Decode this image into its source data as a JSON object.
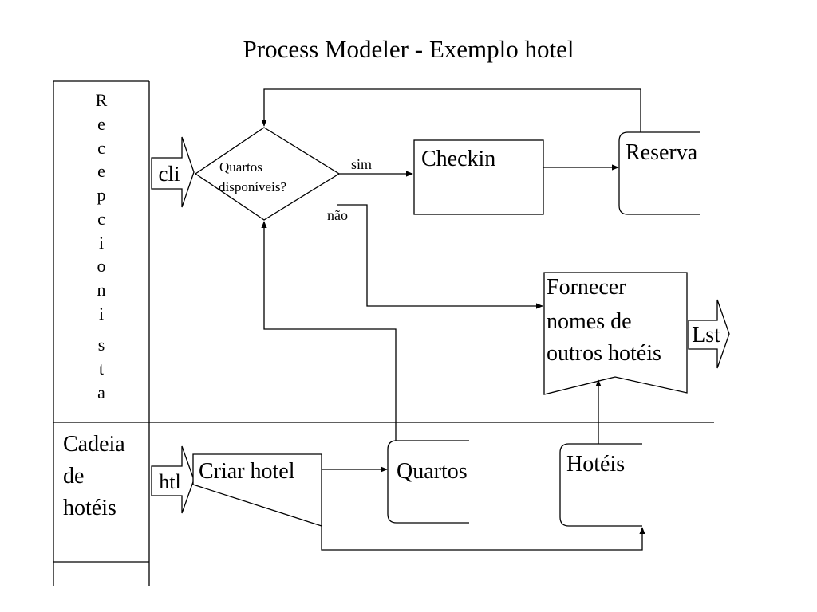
{
  "title": "Process Modeler - Exemplo hotel",
  "lanes": {
    "receptionist": {
      "letters": [
        "R",
        "e",
        "c",
        "e",
        "p",
        "c",
        "i",
        "o",
        "n",
        "i",
        "s",
        "t",
        "a"
      ]
    },
    "chain": {
      "lines": [
        "Cadeia",
        "de",
        "hotéis"
      ]
    }
  },
  "inputs": {
    "cli": "cli",
    "htl": "htl",
    "lst": "Lst"
  },
  "decision": {
    "lines": [
      "Quartos",
      "disponíveis?"
    ],
    "yes": "sim",
    "no": "não"
  },
  "processes": {
    "checkin": "Checkin",
    "criar_hotel": "Criar hotel",
    "fornecer": [
      "Fornecer",
      "nomes de",
      "outros hotéis"
    ]
  },
  "stores": {
    "reserva": "Reserva",
    "quartos": "Quartos",
    "hoteis": "Hotéis"
  },
  "colors": {
    "stroke": "#000000",
    "background": "#ffffff"
  }
}
